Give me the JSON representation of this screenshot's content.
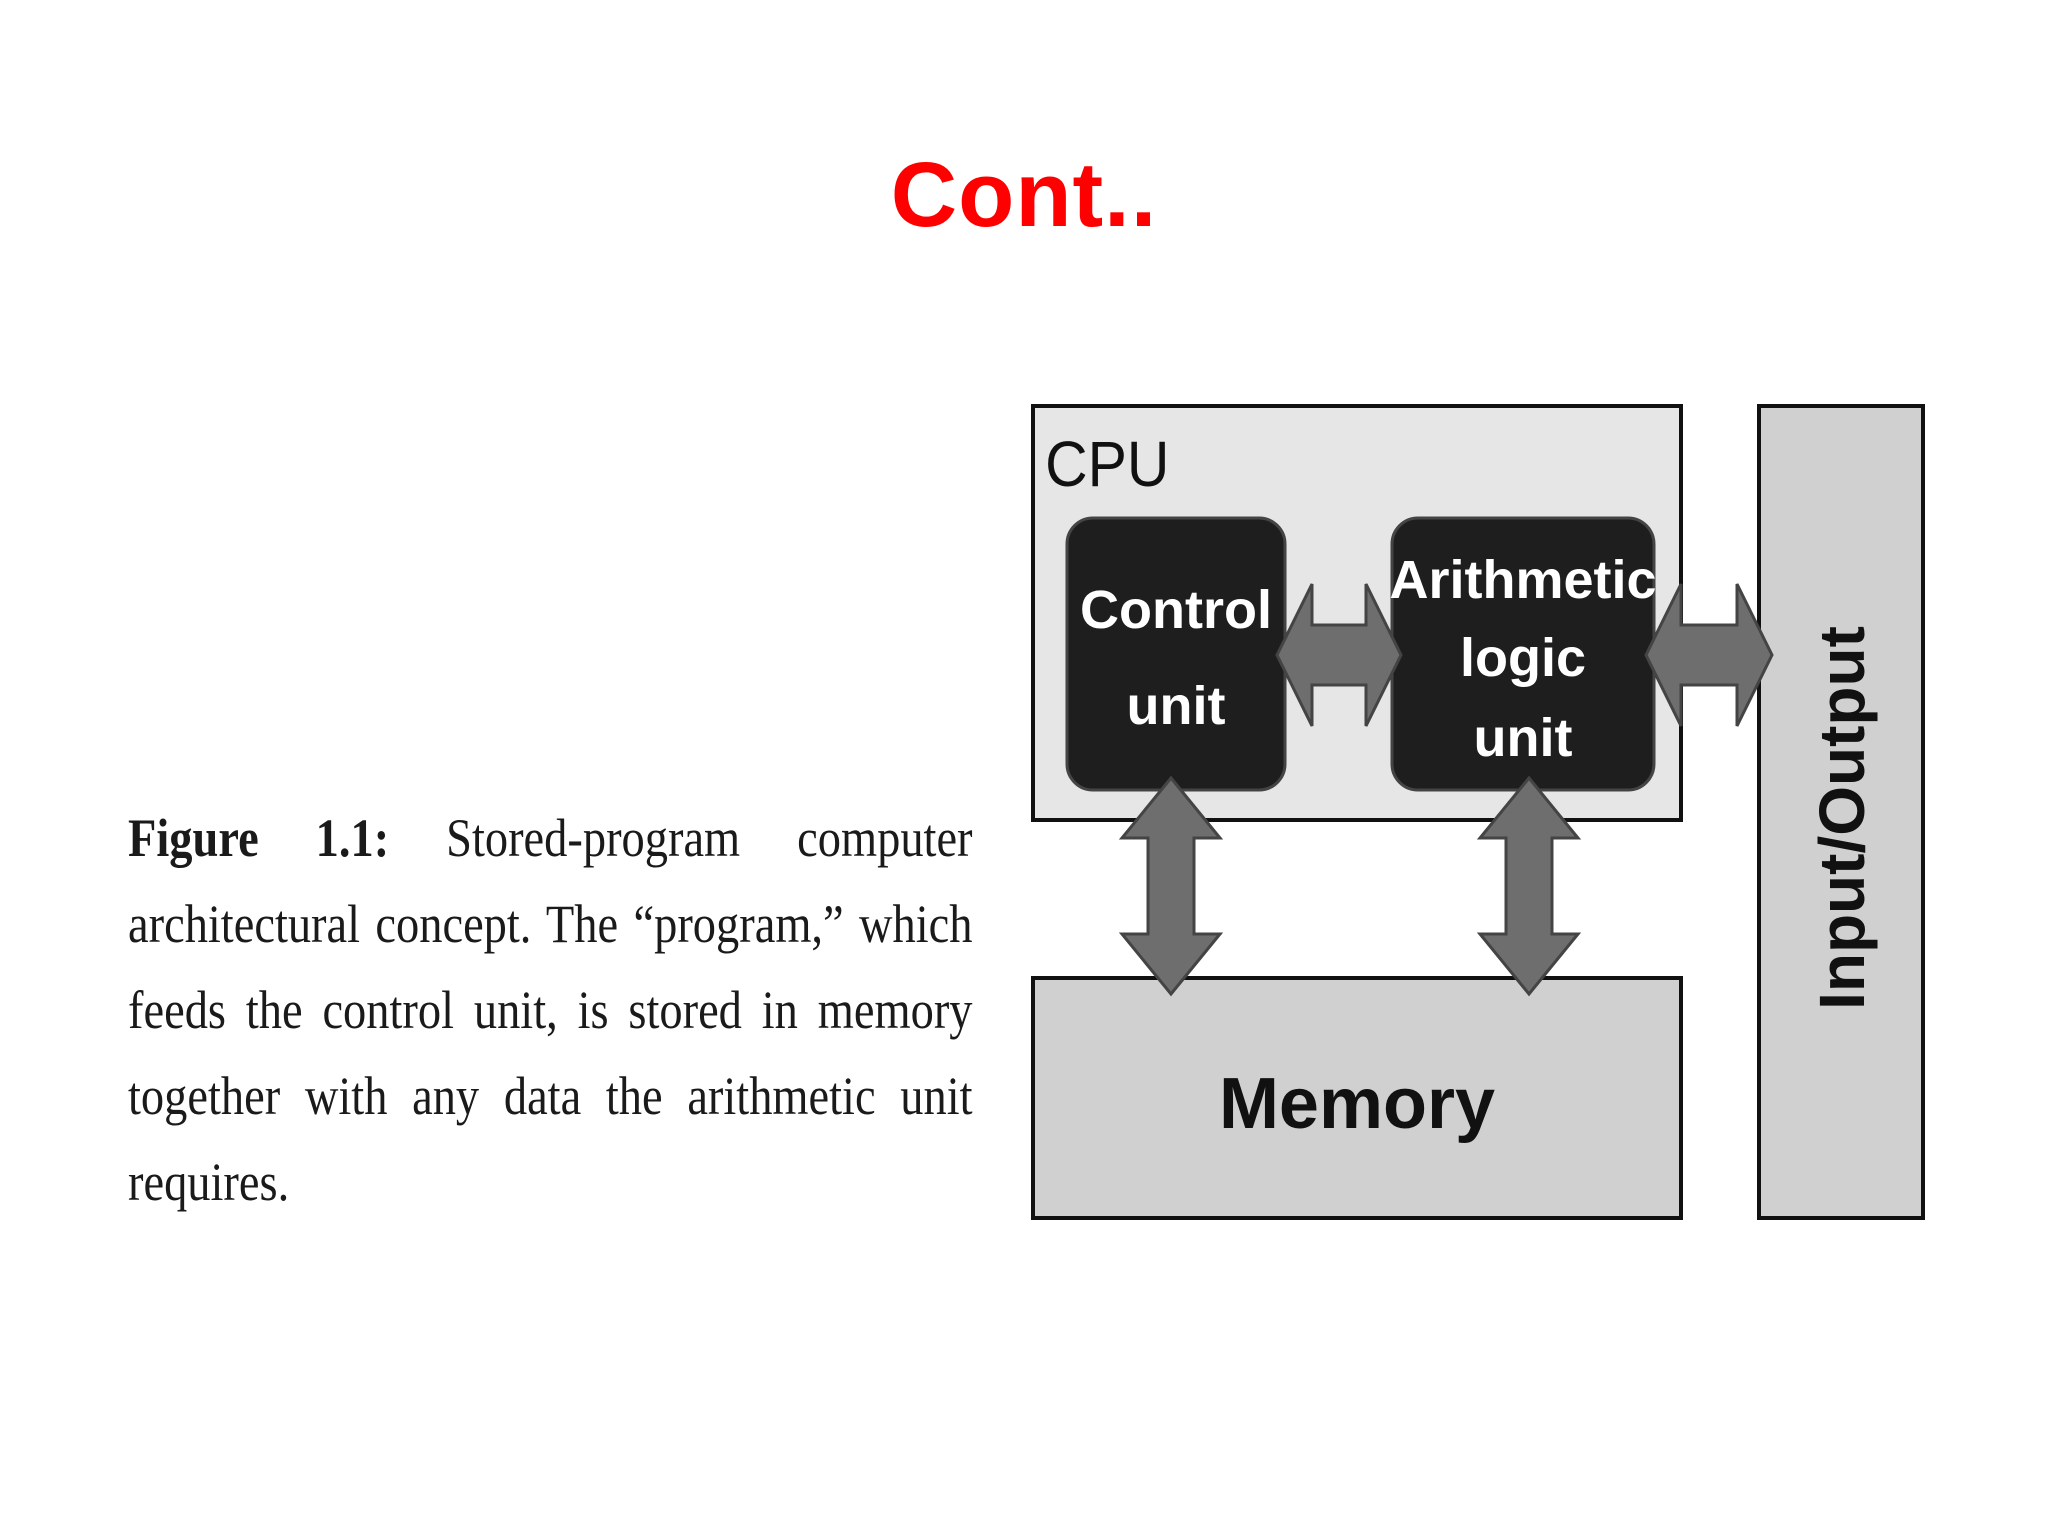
{
  "slide": {
    "title": "Cont..",
    "title_color": "#ff0000"
  },
  "caption": {
    "label": "Figure 1.1:",
    "text": "Stored-program computer architectural concept. The “program,” which feeds the control unit, is stored in memory together with any data the arithmetic unit requires."
  },
  "diagram": {
    "cpu_label": "CPU",
    "control_unit": [
      "Control",
      "unit"
    ],
    "alu": [
      "Arithmetic",
      "logic",
      "unit"
    ],
    "memory_label": "Memory",
    "io_label": "Input/Output",
    "colors": {
      "cpu_fill": "#e6e6e6",
      "block_fill": "#d0d0d0",
      "unit_fill": "#1e1e1e",
      "arrow_fill": "#6e6e6e"
    }
  }
}
